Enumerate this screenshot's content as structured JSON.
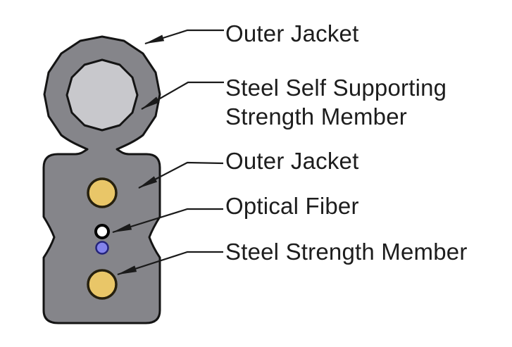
{
  "diagram": {
    "type": "fiber-optic-drop-cable-cross-section",
    "labels": [
      {
        "id": "outer-jacket-top",
        "lines": [
          "Outer Jacket"
        ]
      },
      {
        "id": "steel-self-supporting-member",
        "lines": [
          "Steel Self Supporting",
          "Strength Member"
        ]
      },
      {
        "id": "outer-jacket-body",
        "lines": [
          "Outer Jacket"
        ]
      },
      {
        "id": "optical-fiber",
        "lines": [
          "Optical Fiber"
        ]
      },
      {
        "id": "steel-strength-member",
        "lines": [
          "Steel Strength Member"
        ]
      }
    ],
    "colors": {
      "jacket_gray": "#85858a",
      "messenger_gray": "#c8c8cc",
      "strength_gold": "#e9c668",
      "fiber_white": "#ffffff",
      "fiber_blue": "#8383ec",
      "line_black": "#1a1a1a",
      "background": "#ffffff"
    }
  }
}
